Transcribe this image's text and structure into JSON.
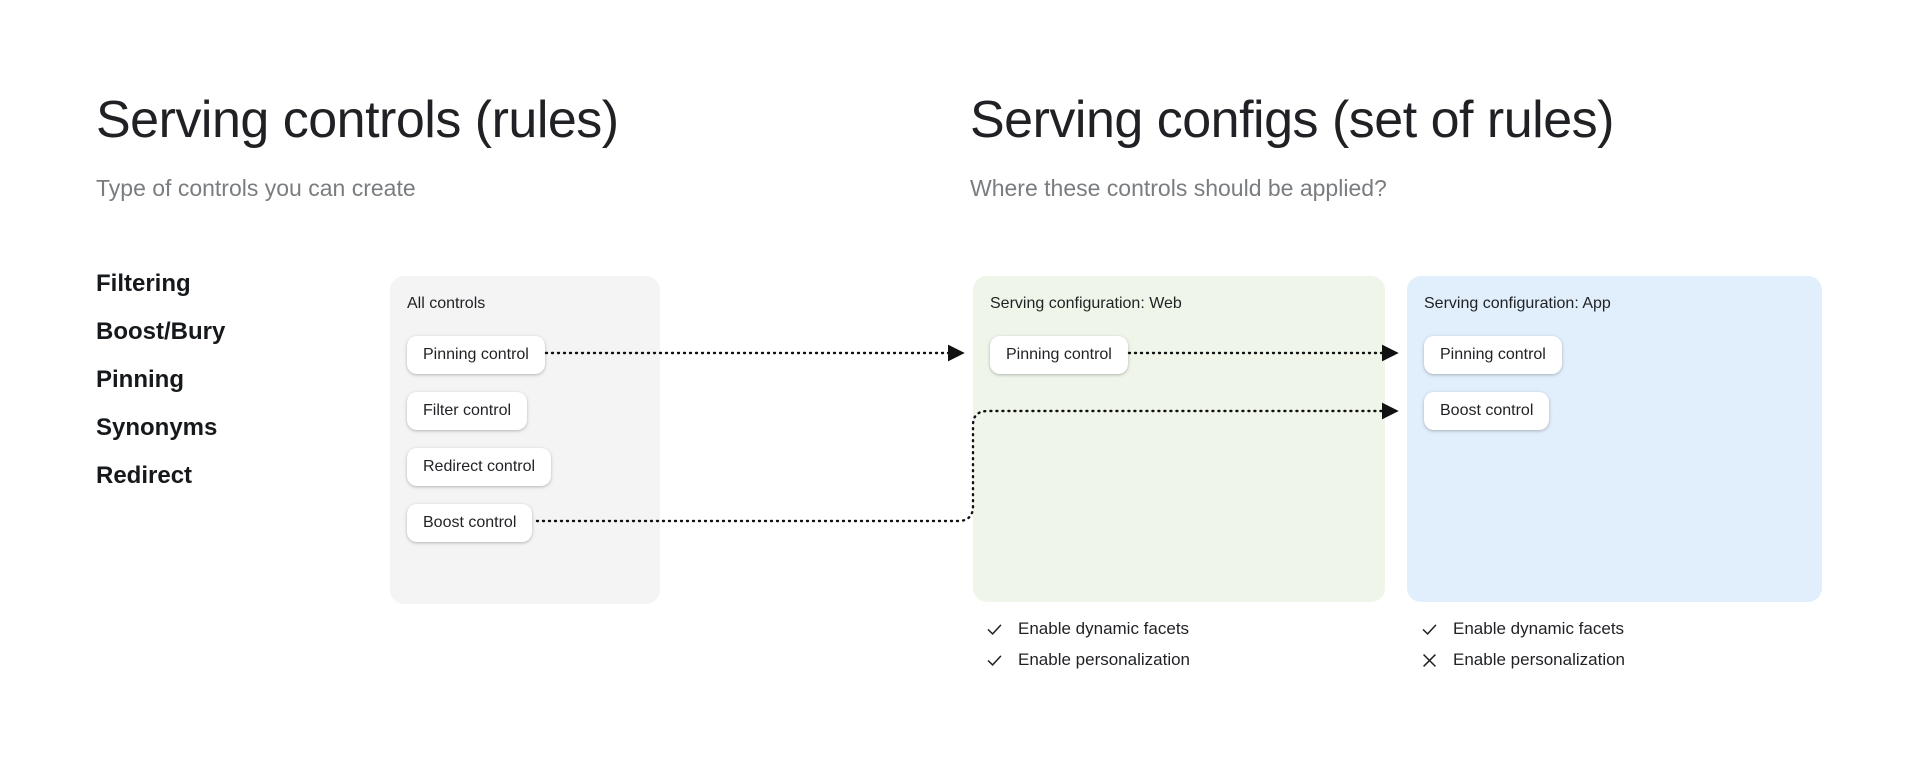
{
  "columns": {
    "left": {
      "title": "Serving controls (rules)",
      "subtitle": "Type of controls you can create"
    },
    "right": {
      "title": "Serving configs (set of rules)",
      "subtitle": "Where these controls should be applied?"
    }
  },
  "control_types": [
    "Filtering",
    "Boost/Bury",
    "Pinning",
    "Synonyms",
    "Redirect"
  ],
  "cards": {
    "all_controls": {
      "label": "All controls",
      "background": "#f4f4f5",
      "items": [
        "Pinning control",
        "Filter control",
        "Redirect control",
        "Boost control"
      ]
    },
    "serving_web": {
      "label": "Serving configuration: Web",
      "background": "#eff5e9",
      "items": [
        "Pinning control"
      ],
      "flags": [
        {
          "icon": "check-icon",
          "label": "Enable dynamic facets",
          "enabled": true
        },
        {
          "icon": "check-icon",
          "label": "Enable personalization",
          "enabled": true
        }
      ]
    },
    "serving_app": {
      "label": "Serving configuration: App",
      "background": "#e1eefb",
      "items": [
        "Pinning control",
        "Boost control"
      ],
      "flags": [
        {
          "icon": "check-icon",
          "label": "Enable dynamic facets",
          "enabled": true
        },
        {
          "icon": "close-icon",
          "label": "Enable personalization",
          "enabled": false
        }
      ]
    }
  },
  "connectors": [
    {
      "from": "all-controls.pinning-control",
      "to": "serving-web.pinning-control",
      "style": "dotted-arrow"
    },
    {
      "from": "serving-web.pinning-control",
      "to": "serving-app.pinning-control",
      "style": "dotted-arrow"
    },
    {
      "from": "all-controls.boost-control",
      "to": "serving-app.boost-control",
      "style": "dotted-arrow-elbow"
    }
  ],
  "theme": {
    "text": "#202124",
    "muted": "#7a7d80",
    "connector": "#111111",
    "pill_background": "#ffffff",
    "page_background": "#ffffff"
  }
}
